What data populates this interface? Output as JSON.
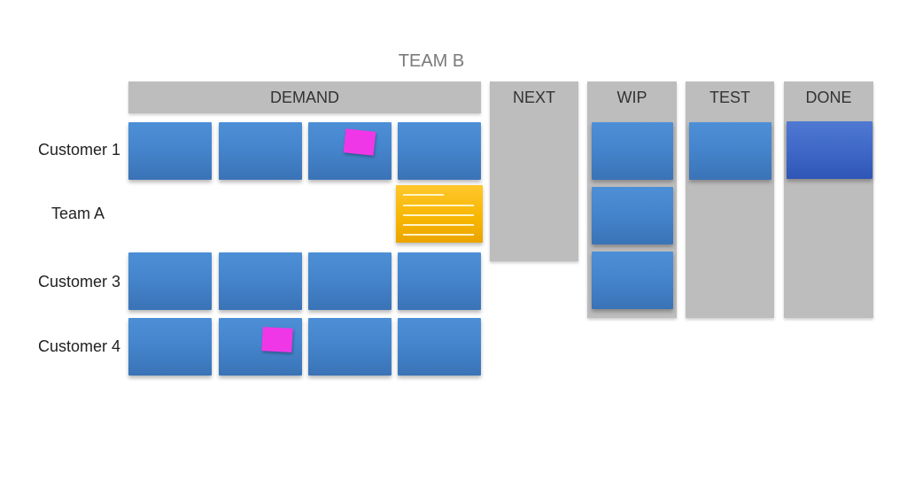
{
  "board": {
    "title": "TEAM B",
    "columns": {
      "demand": "DEMAND",
      "next": "NEXT",
      "wip": "WIP",
      "test": "TEST",
      "done": "DONE"
    },
    "rows": [
      "Customer 1",
      "Team A",
      "Customer 3",
      "Customer 4"
    ]
  },
  "colors": {
    "card_blue": "#4585cd",
    "done_card_blue": "#3f68c8",
    "column_grey": "#bdbdbd",
    "sticky_pink": "#f037e8",
    "sticky_yellow": "#f7b500"
  }
}
